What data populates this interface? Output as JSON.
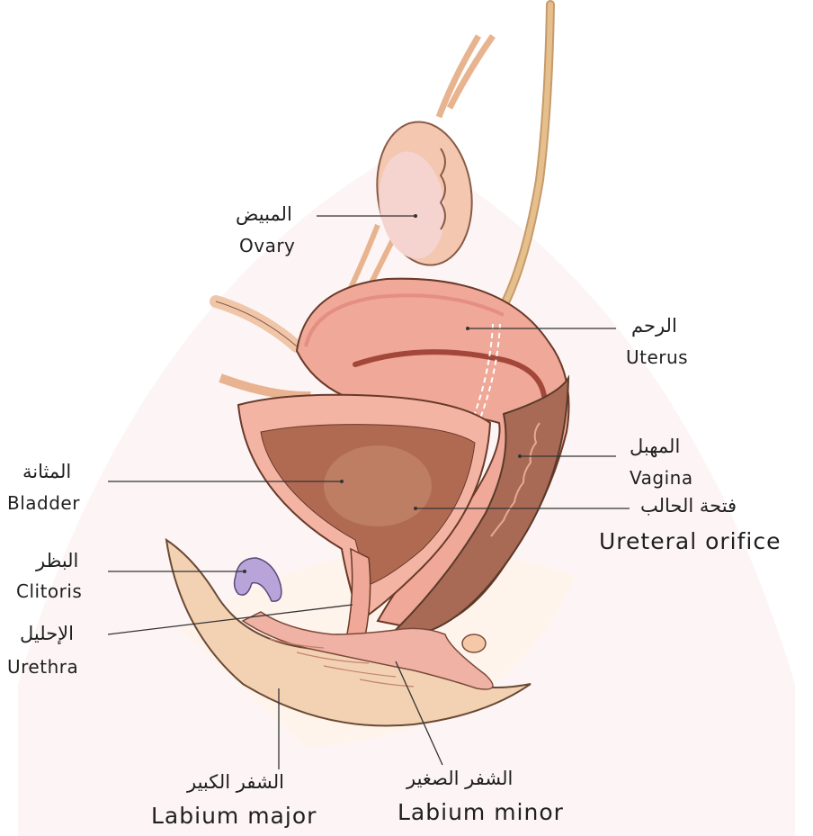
{
  "labels": {
    "ovary": {
      "ar": "المبيض",
      "en": "Ovary"
    },
    "uterus": {
      "ar": "الرحم",
      "en": "Uterus"
    },
    "vagina": {
      "ar": "المهبل",
      "en": "Vagina"
    },
    "ureteral_orifice": {
      "ar": "فتحة الحالب",
      "en": "Ureteral orifice"
    },
    "bladder": {
      "ar": "المثانة",
      "en": "Bladder"
    },
    "clitoris": {
      "ar": "البظر",
      "en": "Clitoris"
    },
    "urethra": {
      "ar": "الإحليل",
      "en": "Urethra"
    },
    "labium_major": {
      "ar": "الشفر الكبير",
      "en": "Labium major"
    },
    "labium_minor": {
      "ar": "الشفر الصغير",
      "en": "Labium minor"
    }
  },
  "colors": {
    "background_arc": "#fbe3e3",
    "skin": "#f3d2b3",
    "tissue_light": "#f4b9a8",
    "tissue_mid": "#e8968a",
    "tissue_dark": "#a65e4b",
    "clitoris": "#b8a4d8",
    "outline": "#5a3a2a",
    "leader": "#333333"
  }
}
